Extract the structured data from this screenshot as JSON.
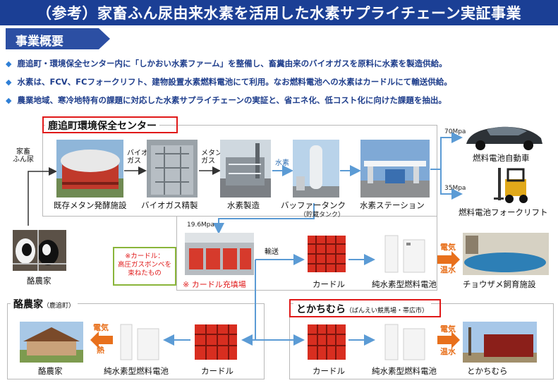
{
  "title": "（参考）家畜ふん尿由来水素を活用した水素サプライチェーン実証事業",
  "overview_label": "事業概要",
  "bullets": [
    "鹿追町・環境保全センター内に「しかおい水素ファーム」を整備し、畜糞由来のバイオガスを原料に水素を製造供給。",
    "水素は、FCV、FCフォークリフト、建物設置水素燃料電池にて利用。なお燃料電池への水素はカードルにて輸送供給。",
    "農業地域、寒冷地特有の課題に対応した水素サプライチェーンの実証と、省エネ化、低コスト化に向けた課題を抽出。"
  ],
  "regions": {
    "center": "鹿追町環境保全センター",
    "dairy_farm": "酪農家",
    "dairy_farm_sub": "（鹿追町）",
    "tokachimura": "とかちむら",
    "tokachimura_sub": "（ばんえい競馬場・帯広市）"
  },
  "top_flow": {
    "input_label": "家畜\nふん尿",
    "biogas_label": "バイオ\nガス",
    "methane_label": "メタン\nガス",
    "hydrogen_label": "水素",
    "pressure_fcv": "70Mpa",
    "pressure_forklift": "35Mpa",
    "pressure_curdle": "19.6Mpa",
    "steps": [
      {
        "caption": "既存メタン発酵施設"
      },
      {
        "caption": "バイオガス精製"
      },
      {
        "caption": "水素製造"
      },
      {
        "caption": "バッファータンク",
        "sub": "（貯蔵タンク）"
      },
      {
        "caption": "水素ステーション"
      }
    ],
    "fcv": "燃料電池自動車",
    "forklift": "燃料電池フォークリフト",
    "dairy_left": "酪農家"
  },
  "middle_flow": {
    "note": "※カードル：\n高圧ガスボンベを\n束ねたもの",
    "filling_caption": "※ カードル充填場",
    "transport": "輸送",
    "curdle": "カードル",
    "fuel_cell": "純水素型燃料電池",
    "electricity": "電気",
    "warm_water": "温水",
    "sturgeon": "チョウザメ飼育施設"
  },
  "bottom_left": {
    "dairy": "酪農家",
    "fuel_cell": "純水素型燃料電池",
    "curdle": "カードル",
    "electricity": "電気",
    "heat": "熱"
  },
  "bottom_right": {
    "curdle": "カードル",
    "fuel_cell": "純水素型燃料電池",
    "tokachimura": "とかちむら",
    "electricity": "電気",
    "warm_water": "温水"
  },
  "colors": {
    "title_bg": "#1b3f95",
    "bullet_text": "#1f3e8c",
    "arrow": "#5b9bd5",
    "red_frame": "#e01919",
    "orange": "#e8701c",
    "note_border": "#8ab53a"
  }
}
